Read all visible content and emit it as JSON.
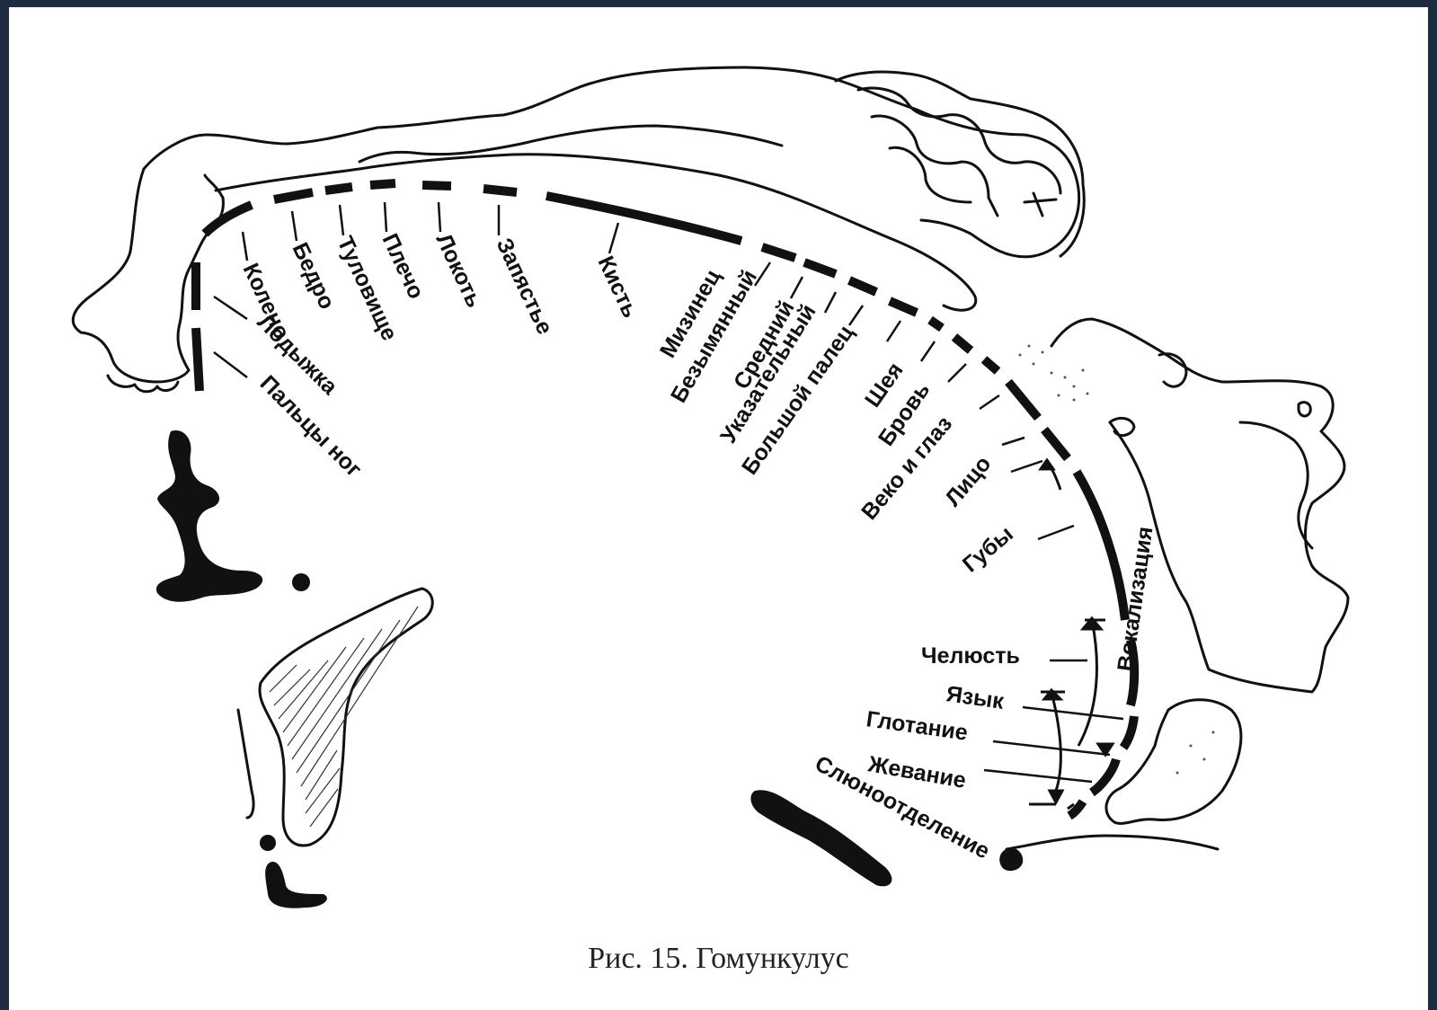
{
  "caption": "Рис. 15. Гомункулус",
  "labels": {
    "knee": "Колено",
    "hip": "Бедро",
    "trunk": "Туловище",
    "shoulder": "Плечо",
    "elbow": "Локоть",
    "wrist": "Запястье",
    "hand": "Кисть",
    "ankle": "Лодыжка",
    "toes": "Пальцы ног",
    "little_finger": "Мизинец",
    "ring_finger": "Безымянный",
    "middle_finger": "Средний",
    "index_finger": "Указательный",
    "thumb": "Большой палец",
    "neck": "Шея",
    "brow": "Бровь",
    "eyelid_eye": "Веко и глаз",
    "face": "Лицо",
    "lips": "Губы",
    "vocalization": "Вокализация",
    "jaw": "Челюсть",
    "tongue": "Язык",
    "swallowing": "Глотание",
    "chewing": "Жевание",
    "salivation": "Слюноотделение"
  }
}
